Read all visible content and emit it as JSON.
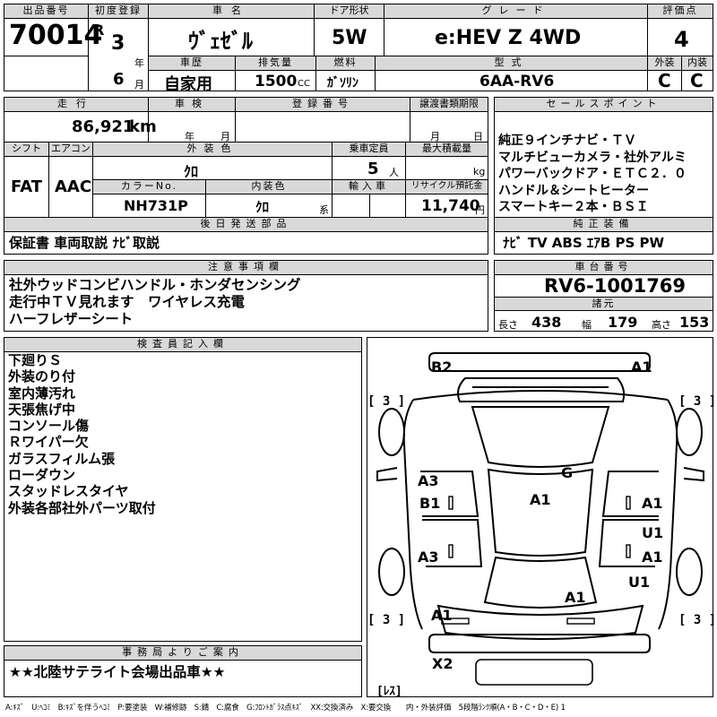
{
  "header": {
    "lot_no_label": "出品番号",
    "lot_no": "70014",
    "first_reg_label": "初度登録",
    "era": "R",
    "year": "3",
    "year_unit": "年",
    "month": "6",
    "month_unit": "月",
    "name_label": "車名",
    "name": "ｳﾞｪｾﾞﾙ",
    "door_label": "ドア形状",
    "door": "5W",
    "grade_label": "グレード",
    "grade": "e:HEV Z 4WD",
    "score_label": "評価点",
    "score": "4",
    "history_label": "車歴",
    "history": "自家用",
    "displacement_label": "排気量",
    "displacement": "1500",
    "cc_unit": "CC",
    "fuel_label": "燃料",
    "fuel": "ｶﾞｿﾘﾝ",
    "model_label": "型式",
    "model": "6AA-RV6",
    "ext_grade_label": "外装",
    "ext_grade": "C",
    "int_grade_label": "内装",
    "int_grade": "C"
  },
  "row2": {
    "mileage_label": "走行",
    "mileage": "86,921",
    "km_unit": "km",
    "inspection_label": "車検",
    "insp_year_unit": "年",
    "insp_month_unit": "月",
    "reg_no_label": "登録番号",
    "transfer_label": "譲渡書類期限",
    "transfer_month_unit": "月",
    "transfer_day_unit": "日",
    "shift_label": "シフト",
    "shift": "FAT",
    "ac_label": "エアコン",
    "ac": "AAC",
    "ext_color_label": "外装色",
    "ext_color": "ｸﾛ",
    "capacity_label": "乗車定員",
    "capacity": "5",
    "person_unit": "人",
    "load_label": "最大積載量",
    "kg_unit": "kg",
    "color_no_label": "カラーNo.",
    "color_no": "NH731P",
    "int_color_label": "内装色",
    "int_color": "ｸﾛ",
    "series_unit": "系",
    "import_label": "輸入車",
    "recycle_label": "リサイクル預託金",
    "recycle": "11,740",
    "yen_unit": "円"
  },
  "sales_points": {
    "label": "セールスポイント",
    "lines": "純正９インチナビ・ＴＶ\nマルチビューカメラ・社外アルミ\nパワーバックドア・ＥＴＣ２．０\nハンドル＆シートヒーター\nスマートキー２本・ＢＳＩ"
  },
  "later_parts": {
    "label": "後日発送部品",
    "text": "保証書 車両取説 ﾅﾋﾞ取説"
  },
  "equipment": {
    "label": "純正装備",
    "text": "ﾅﾋﾞ TV ABS ｴｱB PS PW"
  },
  "notes": {
    "label": "注意事項欄",
    "lines": "社外ウッドコンビハンドル・ホンダセンシング\n走行中ＴＶ見れます　ワイヤレス充電\nハーフレザーシート"
  },
  "chassis": {
    "label": "車台番号",
    "value": "RV6-1001769"
  },
  "specs": {
    "label": "諸元",
    "length_label": "長さ",
    "length": "438",
    "width_label": "幅",
    "width": "179",
    "height_label": "高さ",
    "height": "153"
  },
  "inspector": {
    "label": "検査員記入欄",
    "lines": "下廻りＳ\n外装のり付\n室内薄汚れ\n天張焦げ中\nコンソール傷\nＲワイパー欠\nガラスフィルム張\nローダウン\nスタッドレスタイヤ\n外装各部社外パーツ取付"
  },
  "diagram": {
    "marks": {
      "b2": "B2",
      "a1_top": "A1",
      "a3_left": "A3",
      "g": "G",
      "b1": "B1",
      "a1_center": "A1",
      "a1_right": "A1",
      "u1_right_a": "U1",
      "a3_left_b": "A3",
      "a1_right_b": "A1",
      "u1_right_b": "U1",
      "a1_rear": "A1",
      "a1_left_rear": "A1",
      "x2": "X2"
    },
    "tires": {
      "fl": "[ 3 ]",
      "fr": "[ 3 ]",
      "rl": "[ 3 ]",
      "rr": "[ 3 ]",
      "spare": "[ﾚｽ]"
    }
  },
  "office": {
    "label": "事務局よりご案内",
    "text": "★★北陸サテライト会場出品車★★"
  },
  "legend": "A:ｷｽﾞ　U:ﾍｺﾐ　B:ｷｽﾞを伴うﾍｺﾐ　P:要塗装　W:補修跡　S:錆　C:腐食　G:ﾌﾛﾝﾄｶﾞﾗｽ点ｷｽﾞ　XX:交換済み　X:要交換　　内・外装評価　5段階ﾗﾝｸ順(A・B・C・D・E) 1"
}
